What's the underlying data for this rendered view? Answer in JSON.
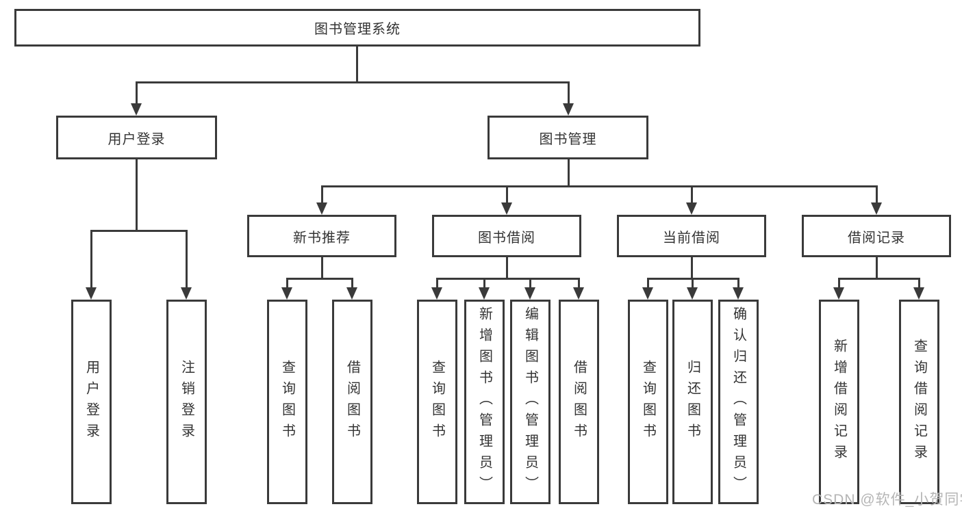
{
  "page": {
    "watermark": "CSDN @软件_小贺同学"
  },
  "tree": {
    "root": {
      "label": "图书管理系统"
    },
    "branches": [
      {
        "label": "用户登录",
        "children": [
          {
            "label": "用户登录"
          },
          {
            "label": "注销登录"
          }
        ]
      },
      {
        "label": "图书管理",
        "children": [
          {
            "label": "新书推荐",
            "children": [
              {
                "label": "查询图书"
              },
              {
                "label": "借阅图书"
              }
            ]
          },
          {
            "label": "图书借阅",
            "children": [
              {
                "label": "查询图书"
              },
              {
                "label": "新增图书（管理员）"
              },
              {
                "label": "编辑图书（管理员）"
              },
              {
                "label": "借阅图书"
              }
            ]
          },
          {
            "label": "当前借阅",
            "children": [
              {
                "label": "查询图书"
              },
              {
                "label": "归还图书"
              },
              {
                "label": "确认归还（管理员）"
              }
            ]
          },
          {
            "label": "借阅记录",
            "children": [
              {
                "label": "新增借阅记录"
              },
              {
                "label": "查询借阅记录"
              }
            ]
          }
        ]
      }
    ]
  },
  "colors": {
    "line": "#3a3a3a",
    "text": "#333333",
    "watermark": "#b5b5b5",
    "background": "#ffffff"
  }
}
